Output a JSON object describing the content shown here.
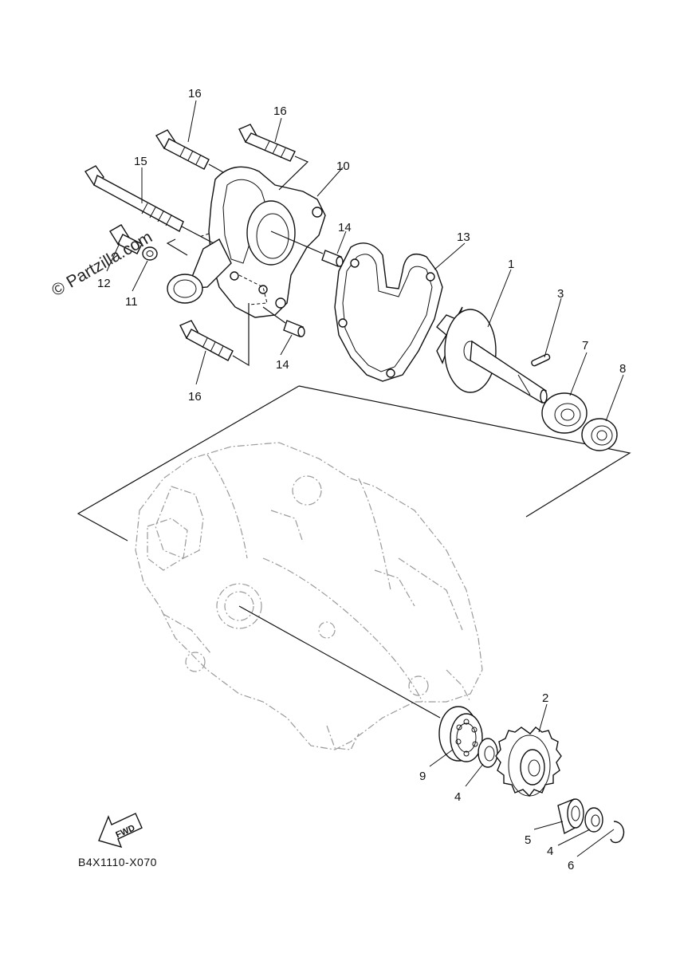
{
  "watermark": "© Partzilla.com",
  "diagram_code": "B4X1110-X070",
  "fwd_label": "FWD",
  "callouts": {
    "c1": "1",
    "c2": "2",
    "c3": "3",
    "c4a": "4",
    "c4b": "4",
    "c5": "5",
    "c6": "6",
    "c7": "7",
    "c8": "8",
    "c9": "9",
    "c10": "10",
    "c11": "11",
    "c12": "12",
    "c13": "13",
    "c14a": "14",
    "c14b": "14",
    "c15": "15",
    "c16a": "16",
    "c16b": "16",
    "c16c": "16"
  }
}
